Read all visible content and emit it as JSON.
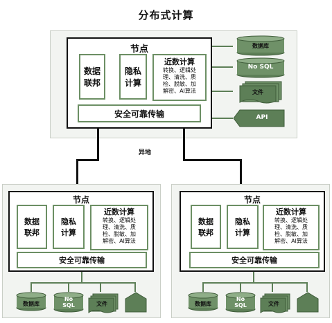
{
  "title": "分布式计算",
  "remote_label": "异地",
  "node": {
    "title": "节点",
    "data_federation": "数据\n联邦",
    "privacy_compute": "隐私\n计算",
    "near_compute_title": "近数计算",
    "near_compute_desc": "转换、逻辑处\n理、清洗、质\n检、脱敏、加\n解密、AI算法",
    "secure_transfer": "安全可靠传输"
  },
  "sources": {
    "database": "数据库",
    "nosql_top": "No SQL",
    "nosql_bottom": "No\nSQL",
    "file": "文件",
    "api": "API"
  },
  "colors": {
    "accent_green": "#5d7f57",
    "border_green": "#6c8f64",
    "panel_bg": "#f2f4f1"
  }
}
